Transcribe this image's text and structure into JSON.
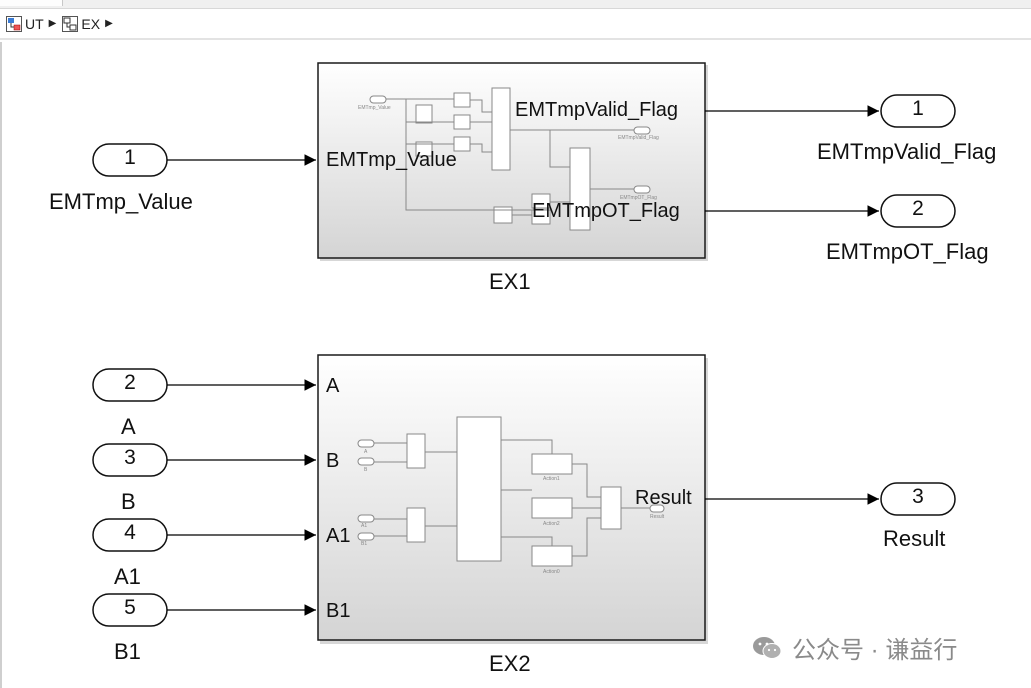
{
  "breadcrumb": {
    "items": [
      {
        "label": "UT",
        "icon": "subsystem-icon"
      },
      {
        "label": "EX",
        "icon": "subsystem-icon"
      }
    ],
    "separator": "▶"
  },
  "blocks": {
    "ex1": {
      "name": "EX1",
      "in_port": "EMTmp_Value",
      "out_port_1": "EMTmpValid_Flag",
      "out_port_2": "EMTmpOT_Flag"
    },
    "ex2": {
      "name": "EX2",
      "in_port_1": "A",
      "in_port_2": "B",
      "in_port_3": "A1",
      "in_port_4": "B1",
      "out_port": "Result"
    }
  },
  "inports": [
    {
      "number": "1",
      "label": "EMTmp_Value"
    },
    {
      "number": "2",
      "label": "A"
    },
    {
      "number": "3",
      "label": "B"
    },
    {
      "number": "4",
      "label": "A1"
    },
    {
      "number": "5",
      "label": "B1"
    }
  ],
  "outports": [
    {
      "number": "1",
      "label": "EMTmpValid_Flag"
    },
    {
      "number": "2",
      "label": "EMTmpOT_Flag"
    },
    {
      "number": "3",
      "label": "Result"
    }
  ],
  "preview_ex1": {
    "in": "EMTmp_Value",
    "out1": "EMTmpValid_Flag",
    "out2": "EMTmpOT_Flag"
  },
  "preview_ex2": {
    "in_a": "A",
    "in_b": "B",
    "in_a1": "A1",
    "in_b1": "B1",
    "action1": "Action1",
    "action2": "Action2",
    "action0": "Action0",
    "out": "Result"
  },
  "watermark": {
    "text": "公众号 · 谦益行",
    "icon": "wechat-icon"
  },
  "colors": {
    "block_border": "#1a1a1a",
    "block_fill_top": "#ffffff",
    "block_fill_bottom": "#d6d6d6",
    "wire": "#000000"
  }
}
